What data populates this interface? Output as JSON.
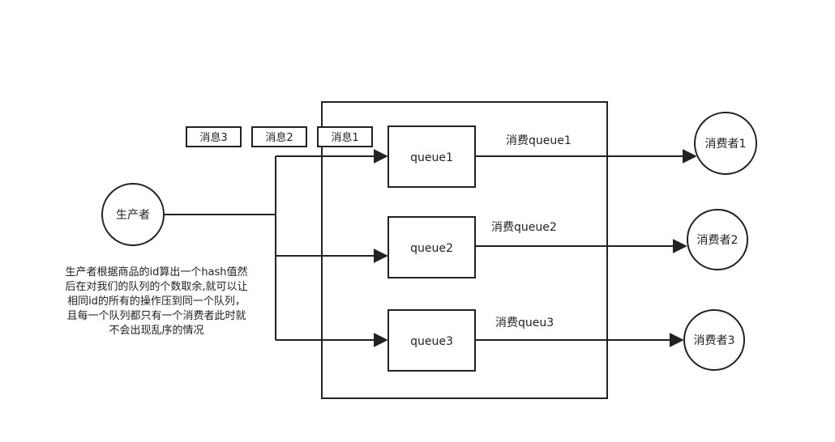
{
  "producer": {
    "label": "生产者"
  },
  "messages": [
    {
      "label": "消息3"
    },
    {
      "label": "消息2"
    },
    {
      "label": "消息1"
    }
  ],
  "queues": [
    {
      "label": "queue1",
      "edge_label": "消费queue1"
    },
    {
      "label": "queue2",
      "edge_label": "消费queue2"
    },
    {
      "label": "queue3",
      "edge_label": "消费queu3"
    }
  ],
  "consumers": [
    {
      "label": "消费者1"
    },
    {
      "label": "消费者2"
    },
    {
      "label": "消费者3"
    }
  ],
  "note_lines": [
    "生产者根据商品的id算出一个hash值然",
    "后在对我们的队列的个数取余,就可以让",
    "相同id的所有的操作压到同一个队列，",
    "且每一个队列都只有一个消费者此时就",
    "不会出现乱序的情况"
  ]
}
